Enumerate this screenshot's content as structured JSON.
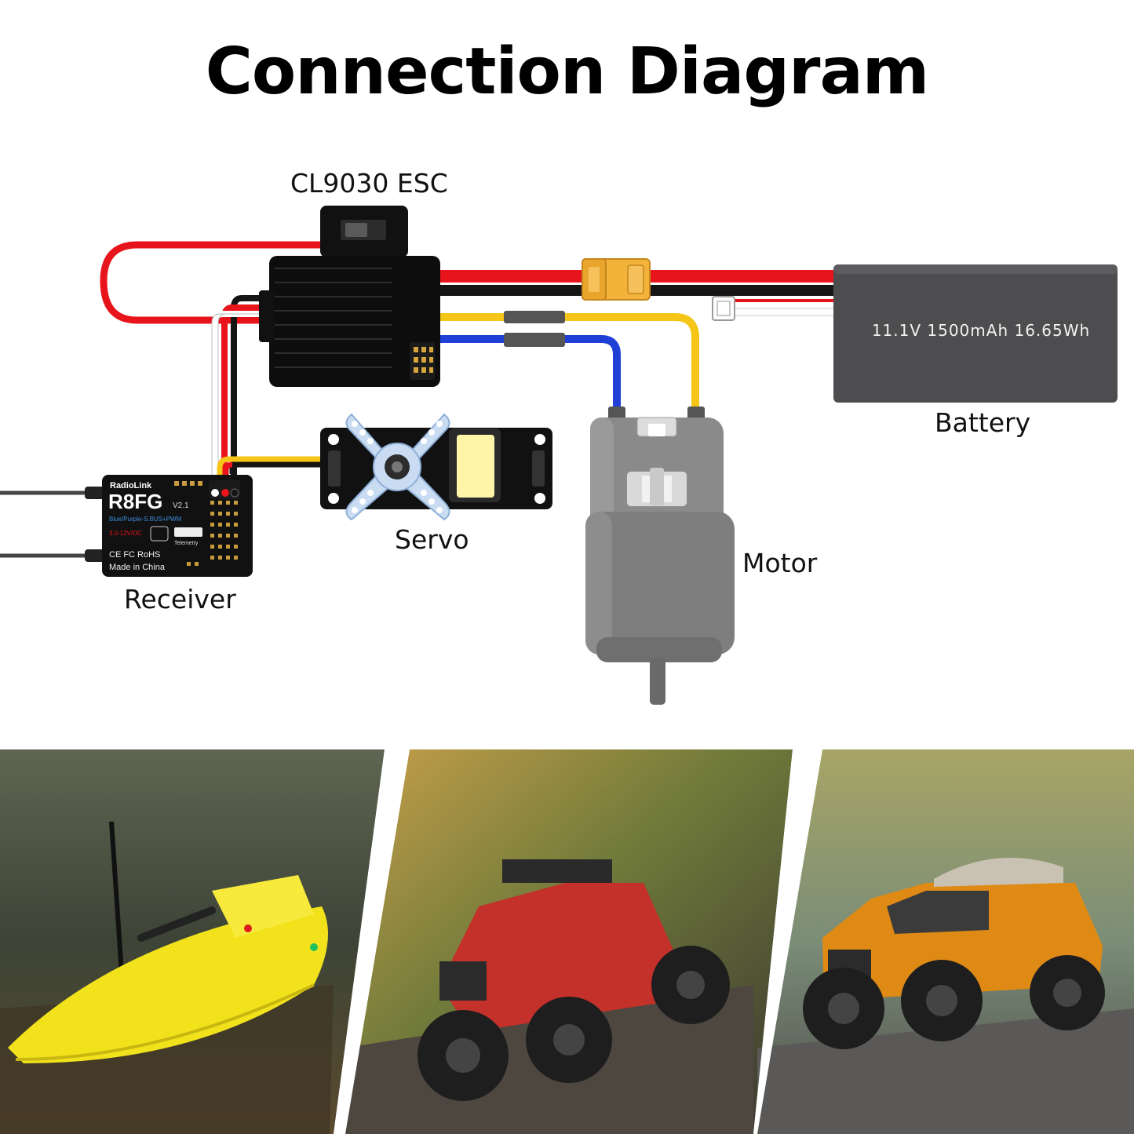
{
  "title": "Connection Diagram",
  "labels": {
    "esc": "CL9030 ESC",
    "battery": "Battery",
    "servo": "Servo",
    "motor": "Motor",
    "receiver": "Receiver"
  },
  "battery_spec": "11.1V   1500mAh   16.65Wh",
  "receiver_print": {
    "brand": "RadioLink",
    "model": "R8FG",
    "version": "V2.1",
    "mode": "Blue/Purple-S.BUS+PWM",
    "voltage": "3.0-12V/DC",
    "telemetry": "Telemetry",
    "certs": "CE FC RoHS",
    "origin": "Made in China"
  },
  "photos": [
    "yellow bait boat",
    "red rock crawler",
    "orange off-road SUV"
  ],
  "colors": {
    "wire_red": "#e8141b",
    "wire_black": "#151515",
    "wire_yellow": "#f5c518",
    "wire_blue": "#1f3fd6",
    "connector_yellow": "#f3b23a",
    "battery_body": "#4d4d4f",
    "motor_body": "#8a8a8a",
    "servo_horn": "#c9dcf2"
  }
}
